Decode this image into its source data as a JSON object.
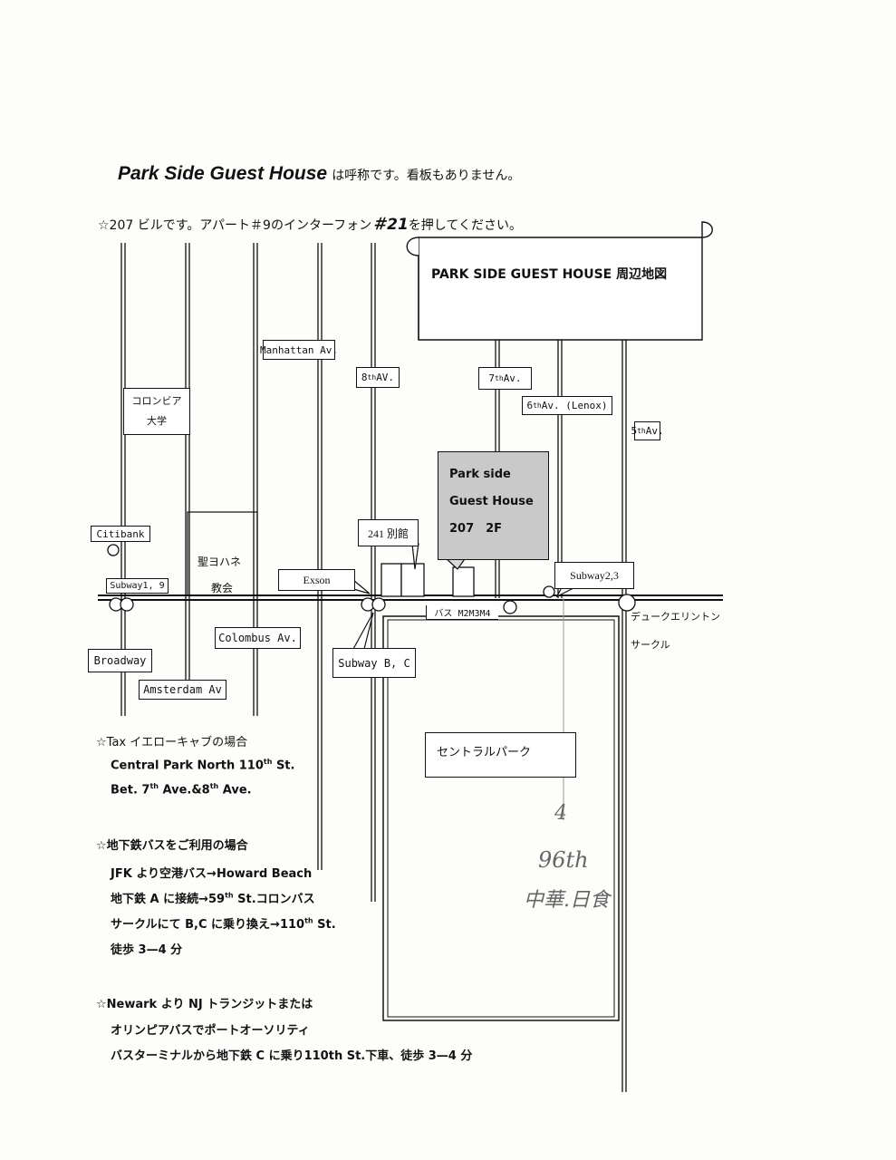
{
  "header": {
    "title_en": "Park Side Guest House",
    "title_jp": "は呼称です。看板もありません。",
    "instruction_prefix": "☆207 ビルです。アパート＃9のインターフォン",
    "instruction_number": "＃21",
    "instruction_suffix": "を押してください。"
  },
  "map": {
    "banner_title": "PARK SIDE GUEST HOUSE 周辺地図",
    "avenues": {
      "manhattan": "Manhattan Av.",
      "eighth": "8",
      "seventh": "7",
      "sixth": "6",
      "fifth": "5",
      "th": "th",
      "eighth_suffix": " AV.",
      "seventh_suffix": " Av.",
      "sixth_suffix": " Av. (Lenox)",
      "fifth_suffix": " Av.",
      "colombus": "Colombus Av.",
      "broadway": "Broadway",
      "amsterdam": "Amsterdam Av"
    },
    "columbia_line1": "コロンビア",
    "columbia_line2": "大学",
    "guesthouse_line1": "Park side",
    "guesthouse_line2": "Guest House",
    "guesthouse_line3": "207　2F",
    "annex": "241 別館",
    "citibank": "Citibank",
    "church_line1": "聖ヨハネ",
    "church_line2": "教会",
    "subway19": "Subway1, 9",
    "exson": "Exson",
    "subway23": "Subway2,3",
    "bus": "バス M2M3M4",
    "duke_line1": "デュークエリントン",
    "duke_line2": "サークル",
    "subway_bc": "Subway B, C",
    "central_park": "セントラルパーク",
    "handwriting": {
      "note1": "4",
      "note2": "96th",
      "note3": "中華.日食"
    }
  },
  "directions": {
    "taxi": {
      "heading": "☆Tax イエローキャブの場合",
      "line1": "Central Park North 110",
      "line1_sup": "th",
      "line1_end": " St.",
      "line2a": "Bet. 7",
      "line2b": " Ave.&8",
      "line2c": " Ave.",
      "sup": "th"
    },
    "subway": {
      "heading": "☆地下鉄バスをご利用の場合",
      "line1": "JFK より空港バス→Howard Beach",
      "line2a": "地下鉄 A に接続→59",
      "line2b": " St.コロンバス",
      "line3a": "サークルにて B,C に乗り換え→110",
      "line3b": " St.",
      "line4": "徒歩 3—4 分",
      "sup": "th"
    },
    "newark": {
      "heading": "☆Newark より NJ トランジットまたは",
      "line1": "オリンピアバスでポートオーソリティ",
      "line2": "バスターミナルから地下鉄 C に乗り110th St.下車、徒歩 3—4 分"
    }
  }
}
